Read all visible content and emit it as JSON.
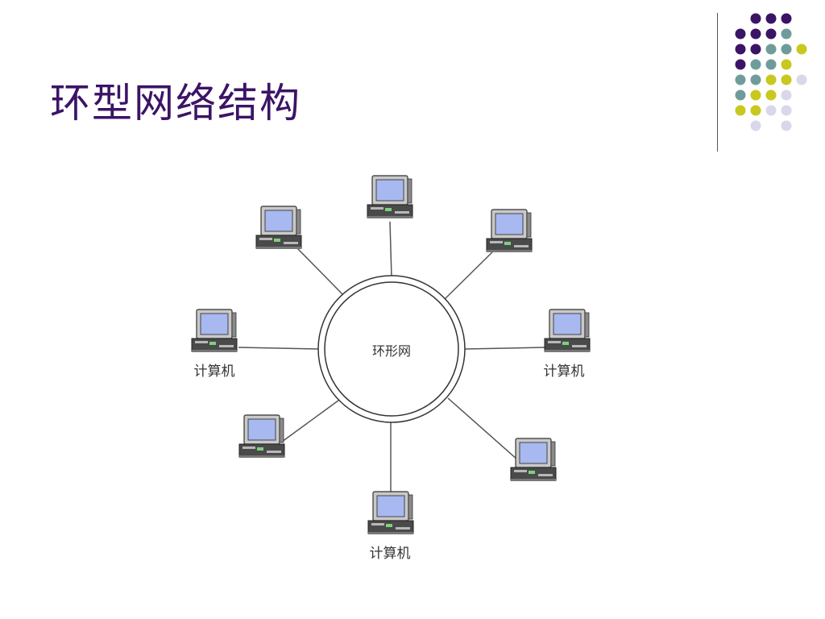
{
  "slide": {
    "title": "环型网络结构"
  },
  "diagram": {
    "ring_label": "环形网",
    "node_label": "计算机",
    "colors": {
      "title": "#3b1466",
      "screen": "#a8b8f0",
      "monitor": "#c9c9c9",
      "case": "#4a4a4a",
      "line": "#555555"
    },
    "nodes": [
      {
        "id": "top",
        "label": ""
      },
      {
        "id": "top-left",
        "label": ""
      },
      {
        "id": "top-right",
        "label": ""
      },
      {
        "id": "left",
        "label": "计算机"
      },
      {
        "id": "right",
        "label": "计算机"
      },
      {
        "id": "bottom-left",
        "label": ""
      },
      {
        "id": "bottom-right",
        "label": ""
      },
      {
        "id": "bottom",
        "label": "计算机"
      }
    ]
  },
  "decoration": {
    "dot_colors": {
      "purple": "#3b1466",
      "teal": "#6f9c9a",
      "yellow": "#c8c81e",
      "lavender": "#d8d8ea"
    }
  }
}
